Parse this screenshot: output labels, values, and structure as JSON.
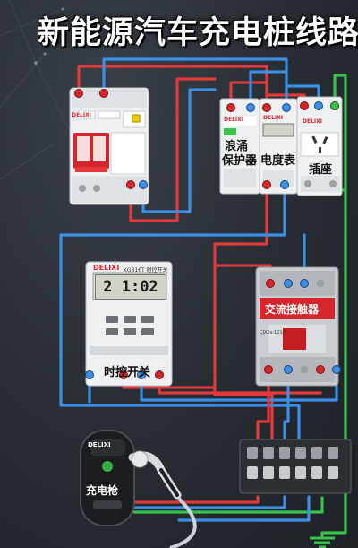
{
  "title": "新能源汽车充电桩线路",
  "brand": "DELIXI",
  "devices": {
    "breaker": {
      "label": ""
    },
    "surge": {
      "label_line1": "浪涌",
      "label_line2": "保护器"
    },
    "meter": {
      "label": "电度表"
    },
    "socket": {
      "label": "插座"
    },
    "timer": {
      "label": "时控开关",
      "model": "KG316T 时控开关",
      "display": "2 1:02"
    },
    "contactor": {
      "label": "交流接触器",
      "model": "CJX2s-1210"
    },
    "charger": {
      "label": "充电枪"
    }
  },
  "colors": {
    "red": "#e23a3a",
    "blue": "#3c8fe6",
    "green": "#37c24a",
    "device_white": "#eef0f2",
    "brand_red": "#d6262d"
  }
}
